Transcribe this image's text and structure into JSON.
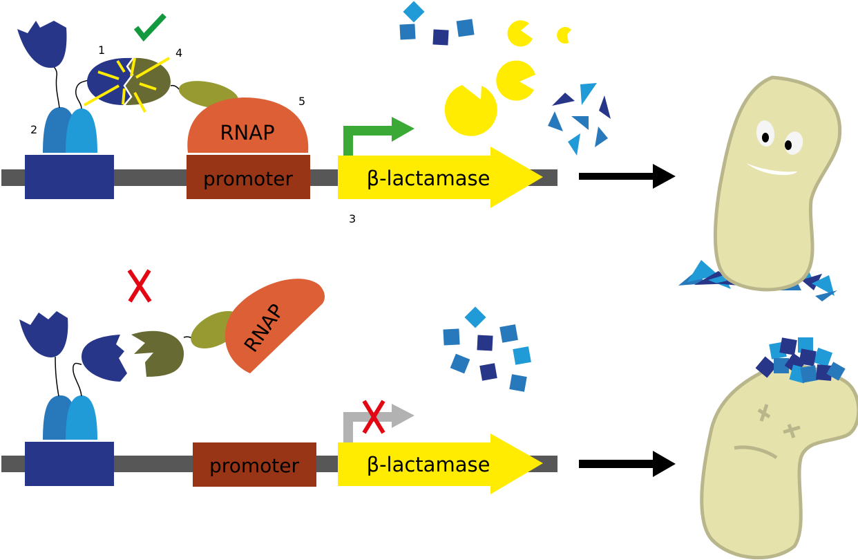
{
  "colors": {
    "dna": "#575757",
    "navy": "#273689",
    "blue_mid": "#2878bc",
    "blue_light": "#219bd8",
    "olive_dark": "#686a33",
    "olive_light": "#979a31",
    "rnap": "#dd5f35",
    "promoter": "#983516",
    "gene": "#ffec00",
    "green_arrow": "#3aa935",
    "gray_arrow": "#b2b2b2",
    "check": "#149a3e",
    "cross": "#e30613",
    "cell_fill": "#e5e3ab",
    "cell_stroke": "#b8b68a",
    "black": "#000000"
  },
  "top_panel": {
    "labels": {
      "n1": "1",
      "n2": "2",
      "n3": "3",
      "n4": "4",
      "n5": "5"
    },
    "rnap_label": "RNAP",
    "promoter_label": "promoter",
    "gene_label": "β-lactamase",
    "status_icon": "checkmark-icon",
    "outcome": "happy-bacterium"
  },
  "bottom_panel": {
    "rnap_label": "RNAP",
    "promoter_label": "promoter",
    "gene_label": "β-lactamase",
    "status_icon": "cross-icon",
    "transcription_status_icon": "cross-icon",
    "outcome": "dead-bacterium"
  }
}
